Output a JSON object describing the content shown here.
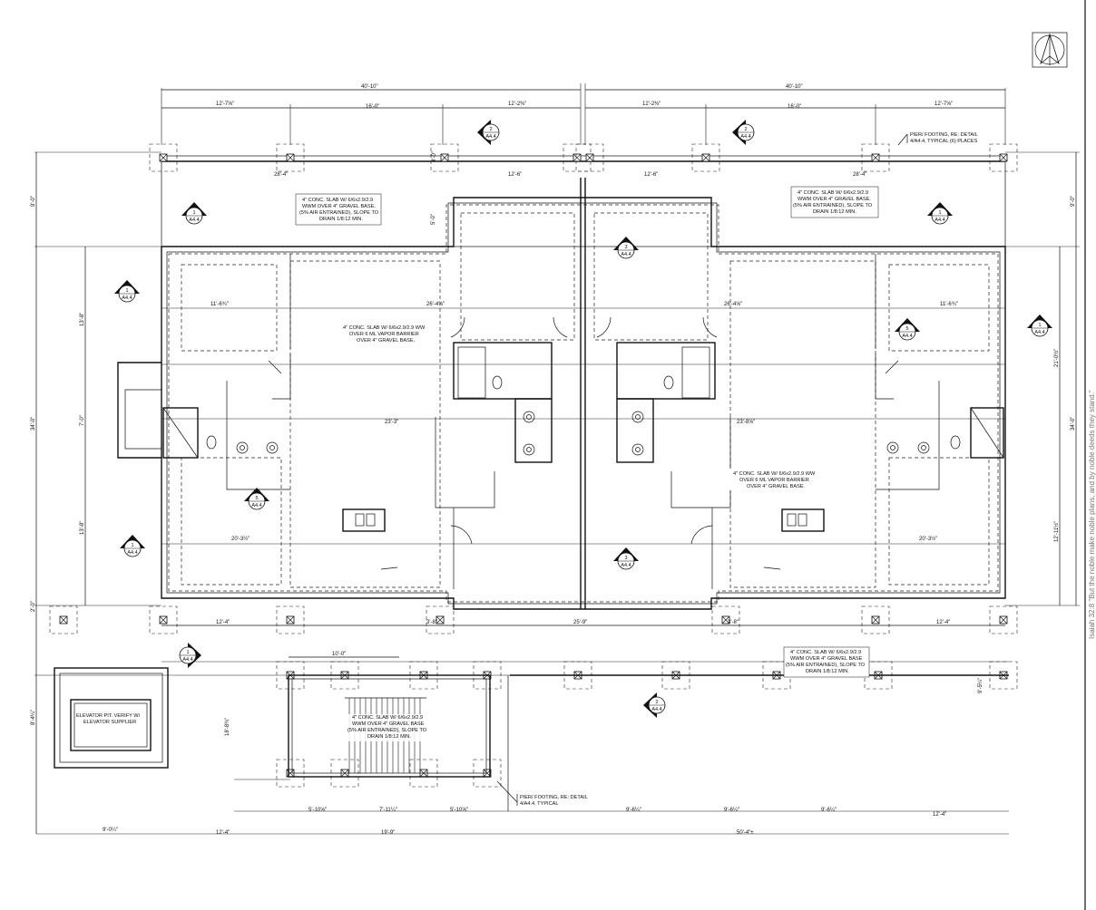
{
  "sheet": {
    "side_quote": "Isaiah 32:8 \"But the noble make noble plans, and by noble deeds they stand.\""
  },
  "dimensions": {
    "top_overall_left": "40'-10\"",
    "top_overall_right": "40'-10\"",
    "top_seg_a": "12'-7⅝\"",
    "top_seg_b": "16'-0\"",
    "top_seg_c": "12'-2⅜\"",
    "top_seg_d": "12'-2⅜\"",
    "top_seg_e": "16'-0\"",
    "top_seg_f": "12'-7⅝\"",
    "porch_left": "28'-4\"",
    "porch_right": "28'-4\"",
    "porch_mid_left": "12'-6\"",
    "porch_mid_right": "12'-6\"",
    "porch_depth": "4'-0\"",
    "mid_depth": "5'-0\"",
    "left_depth_top": "9'-0\"",
    "right_depth_top": "9'-0\"",
    "left_overall": "34'-0\"",
    "right_overall": "34'-0\"",
    "left_a": "13'-8\"",
    "left_b": "7'-0\"",
    "left_c": "13'-8\"",
    "left_d": "2'-0\"",
    "room_w_left": "11'-6¾\"",
    "room_w_right": "11'-6¾\"",
    "living_left": "26'-4⅝\"",
    "living_right": "26'-4⅝\"",
    "kitchen_left": "23'-3\"",
    "kitchen_right": "23'-8⅝\"",
    "bed_left": "20'-3½\"",
    "bed_right": "20'-3½\"",
    "stair_w": "10'-0\"",
    "stair_d": "18'-8¾\"",
    "bottom_a": "12'-4\"",
    "bottom_b": "3'-8\"",
    "bottom_c": "25'-9\"",
    "bottom_d": "3'-8\"",
    "bottom_e": "12'-4\"",
    "bot2_a": "5'-10⅝\"",
    "bot2_b": "7'-11¼\"",
    "bot2_c": "5'-10⅝\"",
    "bot2_d": "9'-6¼\"",
    "bot2_e": "9'-6¼\"",
    "bot2_f": "9'-6¼\"",
    "bot2_g": "12'-4\"",
    "bot3_a": "9'-0¼\"",
    "bot3_b": "12'-4\"",
    "bot3_c": "19'-9\"",
    "bot3_d": "50'-4\"±",
    "elev_h": "8'-4¼\"",
    "side_9": "9'-5¼\"",
    "right_b": "21'-0½\"",
    "right_c": "12'-11½\""
  },
  "notes": {
    "slab_porch_left": [
      "4\" CONC. SLAB W/ 6/6x2.9/2.9",
      "WWM OVER 4\" GRAVEL BASE.",
      "(5% AIR ENTRAINED), SLOPE TO",
      "DRAIN 1/8:12 MIN."
    ],
    "slab_porch_right": [
      "4\" CONC. SLAB W/ 6/6x2.9/2.9",
      "WWM OVER 4\" GRAVEL BASE.",
      "(5% AIR ENTRAINED), SLOPE TO",
      "DRAIN 1/8:12 MIN."
    ],
    "slab_int_left": [
      "4\" CONC. SLAB W/ 6/6x2.9/2.9 WW",
      "OVER 6 ML VAPOR BARRIER",
      "OVER 4\" GRAVEL BASE."
    ],
    "slab_int_right": [
      "4\" CONC. SLAB W/ 6/6x2.9/2.9 WW",
      "OVER 6 ML VAPOR BARRIER",
      "OVER 4\" GRAVEL BASE."
    ],
    "slab_walk": [
      "4\" CONC. SLAB W/ 6/6x2.9/2.9",
      "WWM OVER 4\" GRAVEL BASE",
      "(5% AIR ENTRAINED), SLOPE TO",
      "DRAIN 1/8:12 MIN."
    ],
    "slab_stair": [
      "4\" CONC. SLAB W/ 6/6x2.9/2.9",
      "WWM OVER 4\" GRAVEL BASE",
      "(5% AIR ENTRAINED), SLOPE TO",
      "DRAIN 1/8:12 MIN."
    ],
    "pier_top": [
      "PIER/ FOOTING, RE: DETAIL",
      "4/A4.4, TYPICAL (6) PLACES"
    ],
    "pier_bottom": [
      "PIER/ FOOTING, RE: DETAIL",
      "4/A4.4, TYPICAL"
    ],
    "elevator": [
      "ELEVATOR PIT. VERIFY W/",
      "ELEVATOR SUPPLIER"
    ]
  },
  "section_tags": [
    {
      "num": "2",
      "sheet": "A4.4"
    },
    {
      "num": "2",
      "sheet": "A4.4"
    },
    {
      "num": "1",
      "sheet": "A4.4"
    },
    {
      "num": "1",
      "sheet": "A4.4"
    },
    {
      "num": "3",
      "sheet": "A4.4"
    },
    {
      "num": "1",
      "sheet": "A4.4"
    },
    {
      "num": "5",
      "sheet": "A4.4"
    },
    {
      "num": "1",
      "sheet": "A4.4"
    },
    {
      "num": "5",
      "sheet": "A4.4"
    },
    {
      "num": "1",
      "sheet": "A4.4"
    },
    {
      "num": "3",
      "sheet": "A4.4"
    },
    {
      "num": "1",
      "sheet": "A4.4"
    },
    {
      "num": "2",
      "sheet": "A4.4"
    }
  ]
}
